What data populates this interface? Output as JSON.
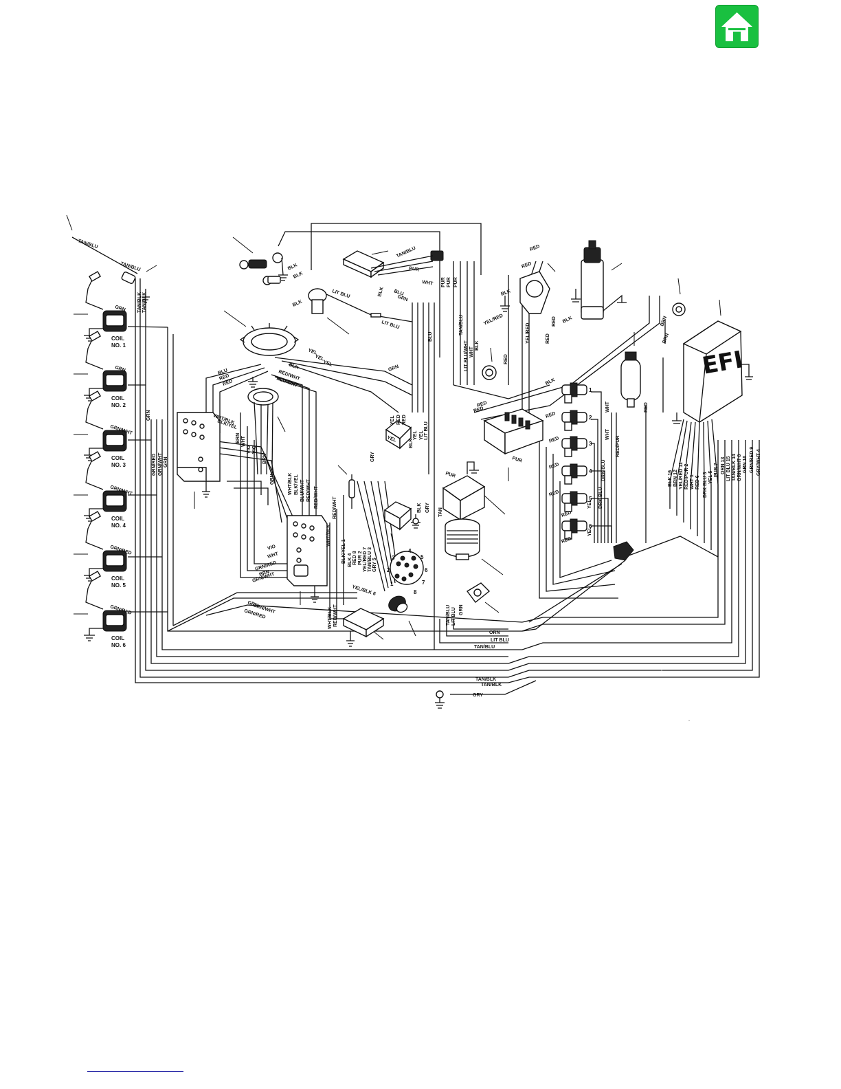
{
  "nav": {
    "home_icon": "home-icon",
    "accent": "#19c040"
  },
  "coils": [
    {
      "label": "COIL\nNO. 1",
      "line1": "COIL",
      "line2": "NO. 1"
    },
    {
      "line1": "COIL",
      "line2": "NO. 2"
    },
    {
      "line1": "COIL",
      "line2": "NO. 3"
    },
    {
      "line1": "COIL",
      "line2": "NO. 4"
    },
    {
      "line1": "COIL",
      "line2": "NO. 5"
    },
    {
      "line1": "COIL",
      "line2": "NO. 6"
    }
  ],
  "efi_label": "EFI",
  "injector_numbers": [
    "1",
    "2",
    "3",
    "4",
    "5",
    "6"
  ],
  "plug_pins": [
    "1",
    "2",
    "3",
    "4",
    "5",
    "6",
    "7",
    "8"
  ],
  "wire_labels": {
    "tan_blu": "TAN/BLU",
    "tan_blk": "TAN/BLK",
    "grn": "GRN",
    "grn_wht": "GRN/WHT",
    "grn_red": "GRN/RED",
    "blk": "BLK",
    "blu": "BLU",
    "red": "RED",
    "yel": "YEL",
    "pur": "PUR",
    "wht": "WHT",
    "lit_blu": "LIT BLU",
    "red_wht": "RED/WHT",
    "blu_wht": "BLU/WHT",
    "wht_blk": "WHT/BLK",
    "blk_yel": "BLK/YEL",
    "brn": "BRN",
    "vio": "VIO",
    "yel_red": "YEL/RED",
    "lit_blu_wht": "LIT BLU/WHT",
    "red_pur": "RED/PUR",
    "drk_blu": "DRK BLU",
    "gry": "GRY",
    "tan": "TAN",
    "orn": "ORN",
    "yel_blk_6": "YEL/BLK 6",
    "blk_yel_1": "BLK/YEL 1",
    "blk_4": "BLK 4",
    "red_8": "RED 8",
    "pur_2": "PUR 2",
    "yel_red_7": "YEL/RED 7",
    "tan_blu_3": "TAN/BLU 3",
    "gry_5": "GRY 5"
  },
  "ecu_pins": [
    "BLK 16",
    "BRN 12",
    "YEL/RED 11",
    "RED/PUR 2",
    "WHT 1",
    "RED 6",
    "DRK BLU 3",
    "YEL 5",
    "PUR 7",
    "ORN 13",
    "LIT BLU 15",
    "TAN/BLK 14",
    "GRN/WHT 8",
    "GRN 10",
    "GRN/RED 9",
    "GRY/WHT 4"
  ]
}
